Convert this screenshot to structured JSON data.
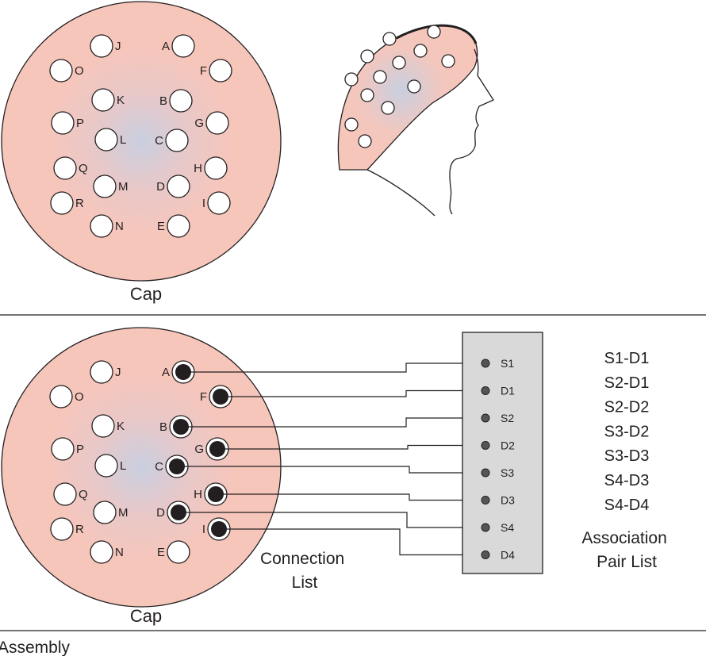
{
  "top_cap_label": "Cap",
  "bottom_cap_label": "Cap",
  "section_label": "Assembly",
  "connection_list_label": "Connection\nList",
  "association_pair_list_label": "Association\nPair List",
  "cap_positions": [
    "A",
    "B",
    "C",
    "D",
    "E",
    "F",
    "G",
    "H",
    "I",
    "J",
    "K",
    "L",
    "M",
    "N",
    "O",
    "P",
    "Q",
    "R"
  ],
  "connections": [
    {
      "cap_position": "A",
      "port": "S1"
    },
    {
      "cap_position": "F",
      "port": "D1"
    },
    {
      "cap_position": "B",
      "port": "S2"
    },
    {
      "cap_position": "G",
      "port": "D2"
    },
    {
      "cap_position": "C",
      "port": "S3"
    },
    {
      "cap_position": "H",
      "port": "D3"
    },
    {
      "cap_position": "D",
      "port": "S4"
    },
    {
      "cap_position": "I",
      "port": "D4"
    }
  ],
  "ports": [
    "S1",
    "D1",
    "S2",
    "D2",
    "S3",
    "D3",
    "S4",
    "D4"
  ],
  "association_pairs": [
    "S1-D1",
    "S2-D1",
    "S2-D2",
    "S3-D2",
    "S3-D3",
    "S4-D3",
    "S4-D4"
  ],
  "colors": {
    "cap_fill": "#f7c6ba",
    "cap_center": "#c9cfe0",
    "stroke": "#231f20",
    "port_panel_fill": "#d9d9d9",
    "occupied_dot": "#231f20",
    "port_dot": "#555555"
  }
}
